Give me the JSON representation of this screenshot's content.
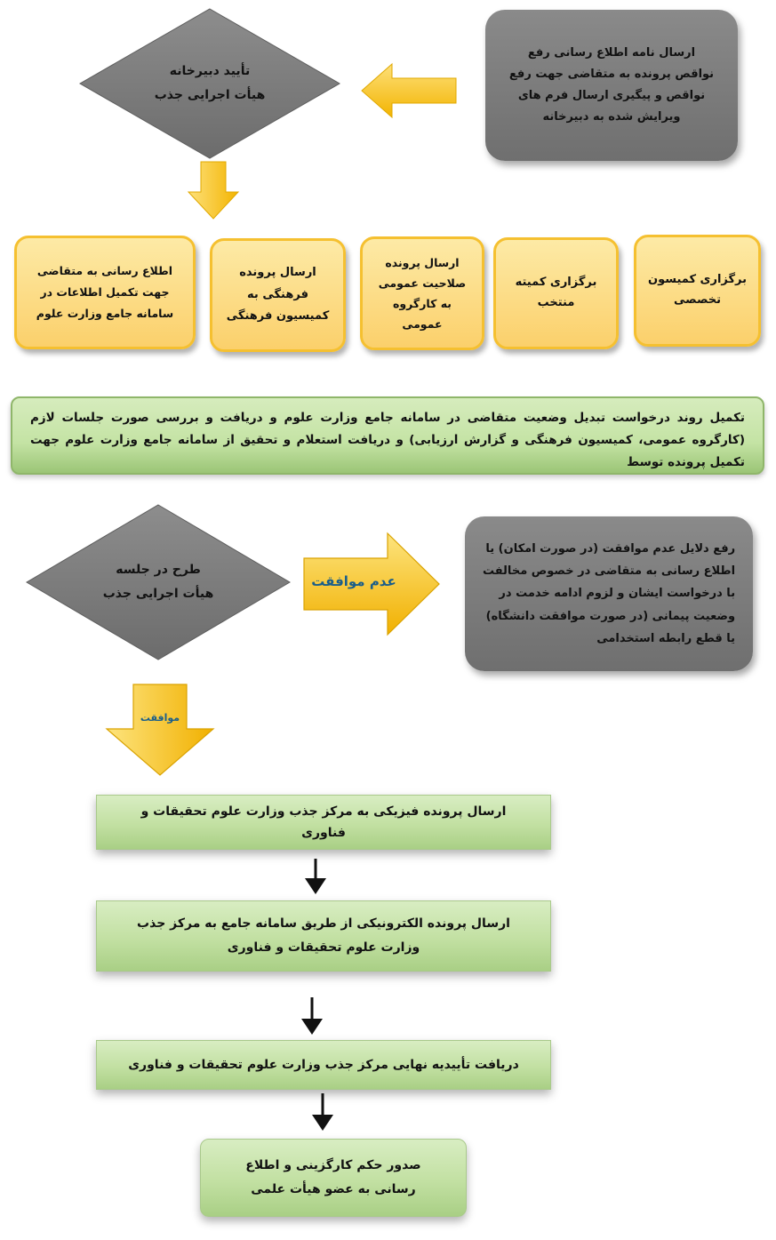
{
  "top_section": {
    "gray_box": "ارسال نامه اطلاع رسانی رفع نواقص پرونده به متقاضی جهت رفع نواقص و پیگیری ارسال فرم های ویرایش شده به دبیرخانه",
    "diamond_line1": "تأیید دبیرخانه",
    "diamond_line2": "هیأت اجرایی جذب"
  },
  "tiles": [
    "برگزاری کمیسون تخصصی",
    "برگزاری کمیته منتخب",
    "ارسال پرونده صلاحیت عمومی به کارگروه عمومی",
    "ارسال پرونده فرهنگی به کمیسیون فرهنگی",
    "اطلاع رسانی به متقاضی جهت تکمیل اطلاعات در سامانه جامع وزارت علوم"
  ],
  "banner_text": "تکمیل روند درخواست تبدیل وضعیت متقاضی در سامانه جامع وزارت علوم و دریافت و بررسی صورت جلسات لازم (کارگروه عمومی، کمیسیون فرهنگی و گزارش ارزیابی) و دریافت استعلام و تحقیق از سامانه جامع وزارت علوم جهت تکمیل پرونده توسط",
  "middle_section": {
    "diamond_line1": "طرح در جلسه",
    "diamond_line2": "هیأت اجرایی جذب",
    "reject_label": "عدم موافقت",
    "gray_box_lines": [
      "رفع دلایل عدم موافقت (در صورت امکان) یا",
      "اطلاع رسانی به متقاضی در خصوص مخالفت",
      "با درخواست ایشان و لزوم ادامه خدمت در",
      "وضعیت پیمانی (در صورت موافقت دانشگاه)",
      "یا قطع رابطه استخدامی"
    ],
    "approve_label": "موافقت"
  },
  "steps": [
    "ارسال پرونده فیزیکی به مرکز جذب وزارت علوم تحقیقات و فناوری",
    "ارسال پرونده الکترونیکی از طریق سامانه جامع به مرکز جذب وزارت علوم تحقیقات و فناوری",
    "دریافت تأییدیه نهایی مرکز جذب وزارت علوم تحقیقات و فناوری",
    "صدور حکم کارگزینی و اطلاع رسانی به عضو هیأت علمی"
  ],
  "colors": {
    "gray": "#7c7c7c",
    "yellow": "#fbd06b",
    "arrow_yellow": "#f5b800",
    "green": "#c4e3a4",
    "label_blue": "#1a5e8a"
  }
}
